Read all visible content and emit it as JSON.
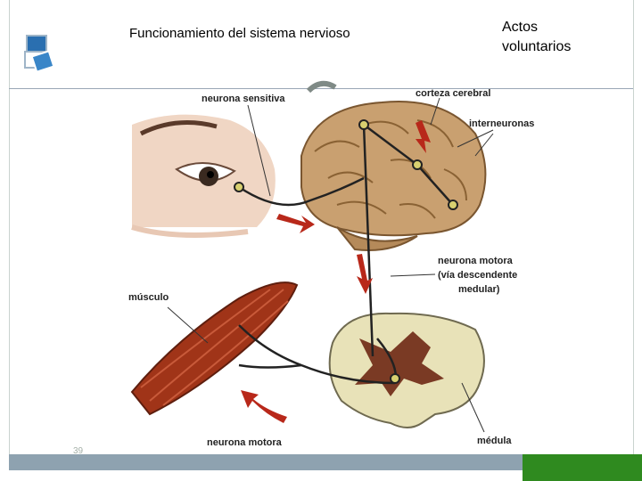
{
  "slide": {
    "title": "Funcionamiento del sistema nervioso",
    "subtitle_line1": "Actos",
    "subtitle_line2": "voluntarios",
    "number": "39"
  },
  "figure": {
    "labels": {
      "neurona_sensitiva": "neurona sensitiva",
      "corteza_cerebral": "corteza cerebral",
      "interneuronas": "interneuronas",
      "neurona_motora_via_l1": "neurona motora",
      "neurona_motora_via_l2": "(vía descendente",
      "neurona_motora_via_l3": "medular)",
      "musculo": "músculo",
      "neurona_motora": "neurona motora",
      "medula": "médula"
    },
    "colors": {
      "brain": "#c9a070",
      "skin": "#f0d6c4",
      "muscle": "#a03418",
      "spinal_outer": "#e8e2b8",
      "spinal_gray": "#7a3a24",
      "arrow": "#b8281a",
      "neuron": "#222222"
    }
  }
}
